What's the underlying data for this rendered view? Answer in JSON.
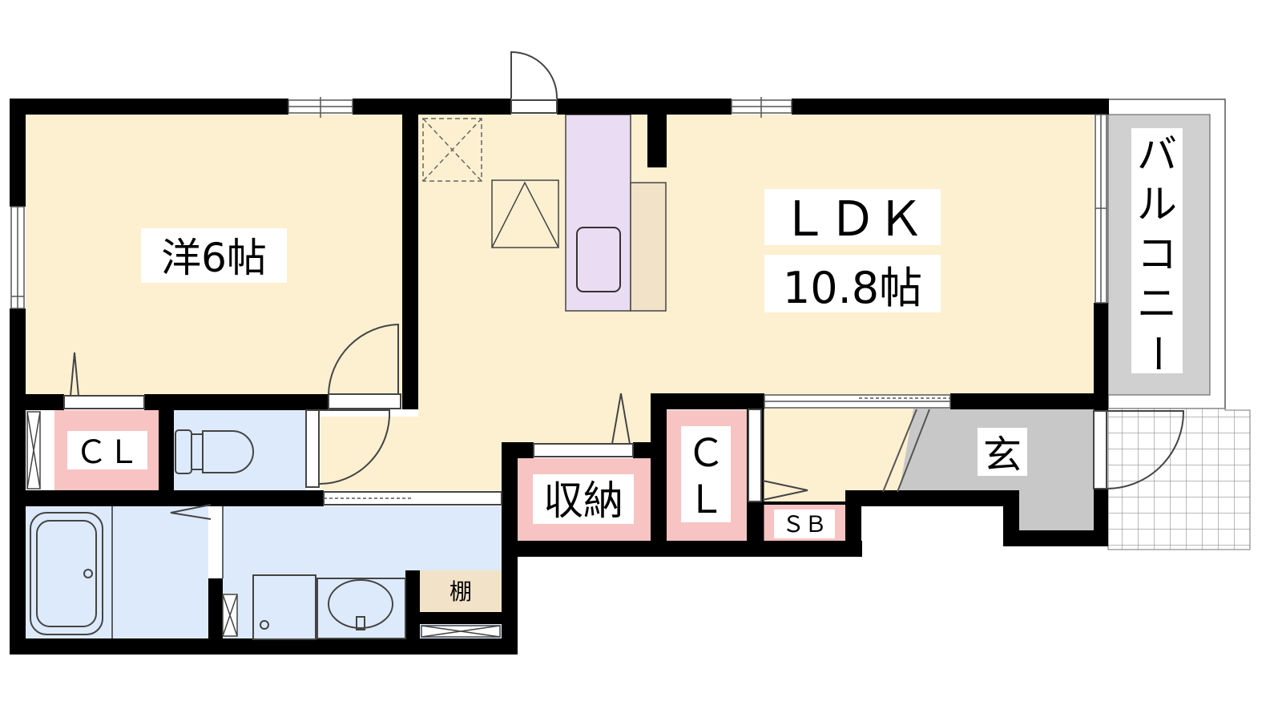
{
  "rooms": {
    "western": {
      "name": "洋6帖"
    },
    "ldk": {
      "name": "ＬＤＫ",
      "size": "10.8帖"
    },
    "balcony": {
      "chars": [
        "バ",
        "ル",
        "コ",
        "ニ",
        "ー"
      ]
    },
    "closet_left": {
      "name": "ＣＬ"
    },
    "closet_right": {
      "chars": [
        "Ｃ",
        "Ｌ"
      ]
    },
    "storage": {
      "name": "収納"
    },
    "entrance": {
      "name": "玄"
    },
    "shoe_box": {
      "name": "ＳＢ"
    },
    "shelf": {
      "name": "棚"
    }
  },
  "colors": {
    "room_beige": "#fcf0d0",
    "wet_blue": "#ddeafb",
    "closet_pink": "#f7c3c3",
    "kitchen_purple": "#eadcf3",
    "counter_tan": "#f2e2c8",
    "entrance_gray": "#c8c8c8",
    "balcony_gray": "#d0d0d0",
    "wall": "#000000"
  }
}
